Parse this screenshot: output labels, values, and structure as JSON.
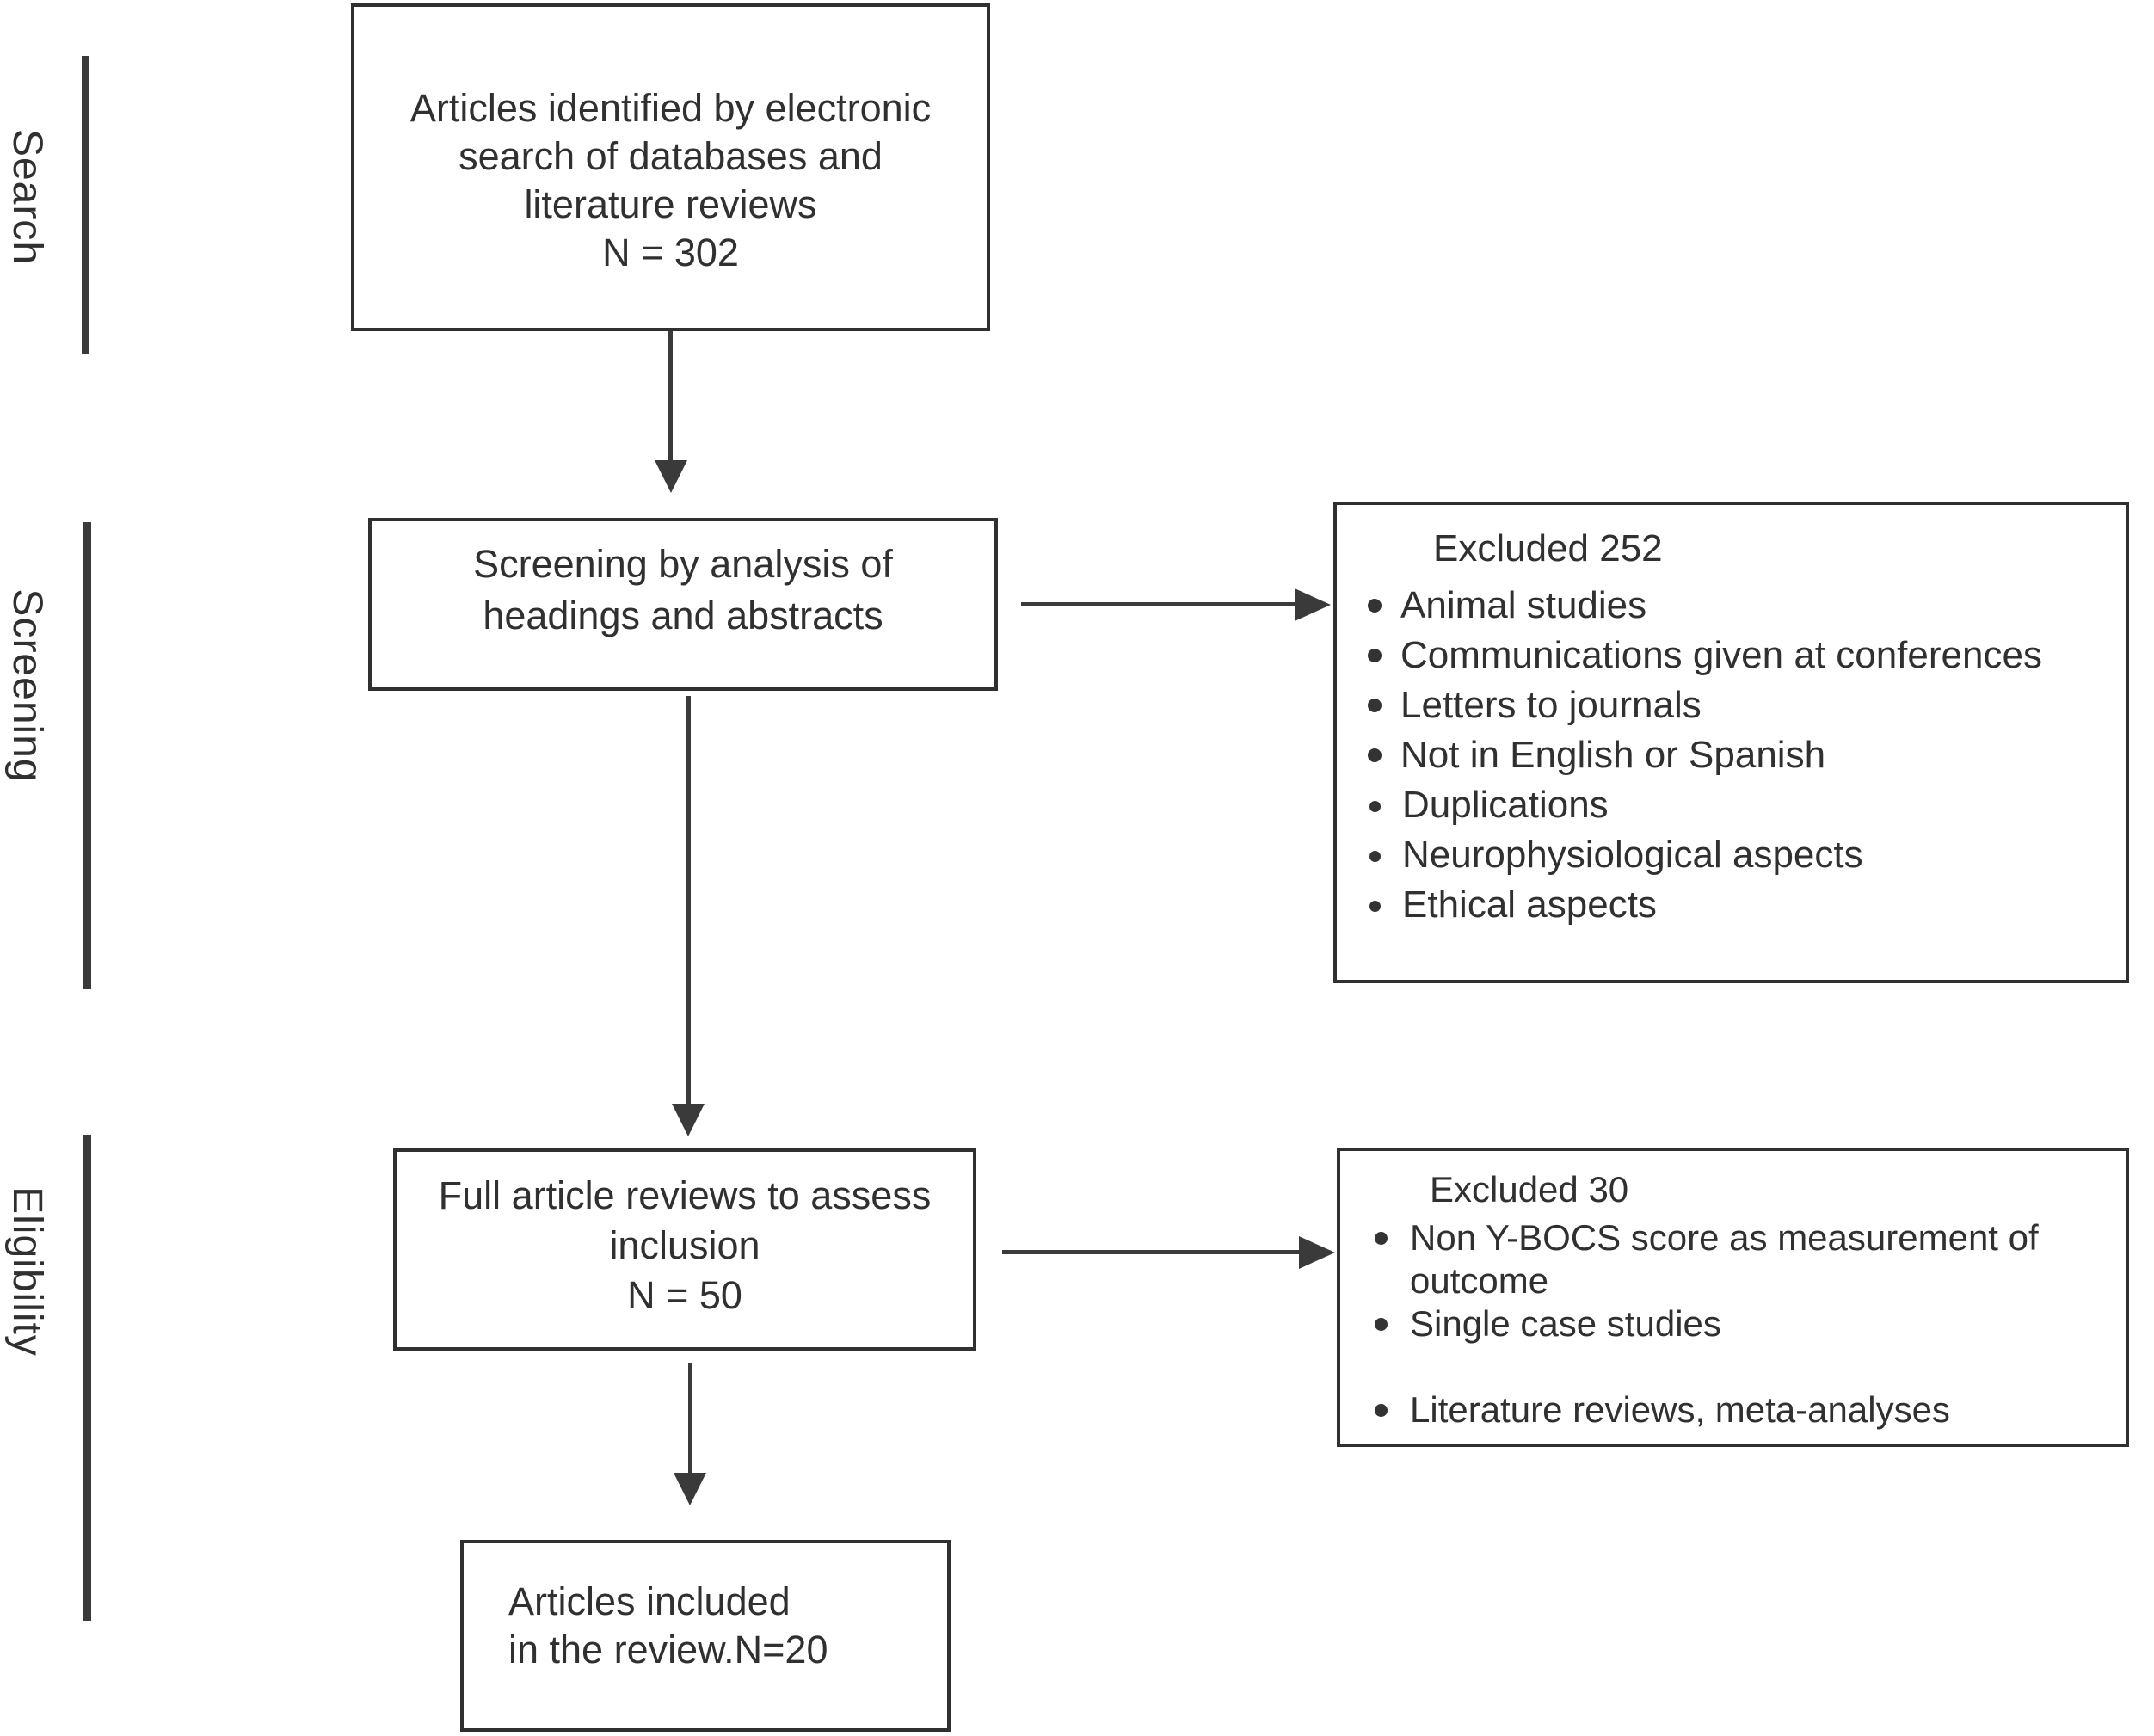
{
  "figure": {
    "type": "flow-diagram",
    "background": "#ffffff",
    "ink": "#303030",
    "stages": [
      {
        "id": "search",
        "label": "Search"
      },
      {
        "id": "screening",
        "label": "Screening"
      },
      {
        "id": "eligibility",
        "label": "Eligibility"
      }
    ],
    "boxes": {
      "identified": {
        "lines": [
          "Articles identified by electronic",
          "search of databases and",
          "literature reviews",
          "N = 302"
        ]
      },
      "screening": {
        "lines": [
          "Screening by analysis of",
          "headings and abstracts"
        ]
      },
      "excluded_252": {
        "title": "Excluded 252",
        "items": [
          "Animal studies",
          "Communications given at conferences",
          "Letters to journals",
          "Not in English or Spanish",
          "Duplications",
          "Neurophysiological aspects",
          "Ethical aspects"
        ]
      },
      "full_review": {
        "lines": [
          "Full article reviews to assess",
          "inclusion",
          "N = 50"
        ]
      },
      "excluded_30": {
        "title": "Excluded 30",
        "items": [
          "Non Y-BOCS score as measurement of outcome",
          "Single case studies",
          "Literature reviews, meta-analyses"
        ]
      },
      "included": {
        "lines": [
          "Articles included",
          "in the review.N=20"
        ]
      }
    }
  }
}
